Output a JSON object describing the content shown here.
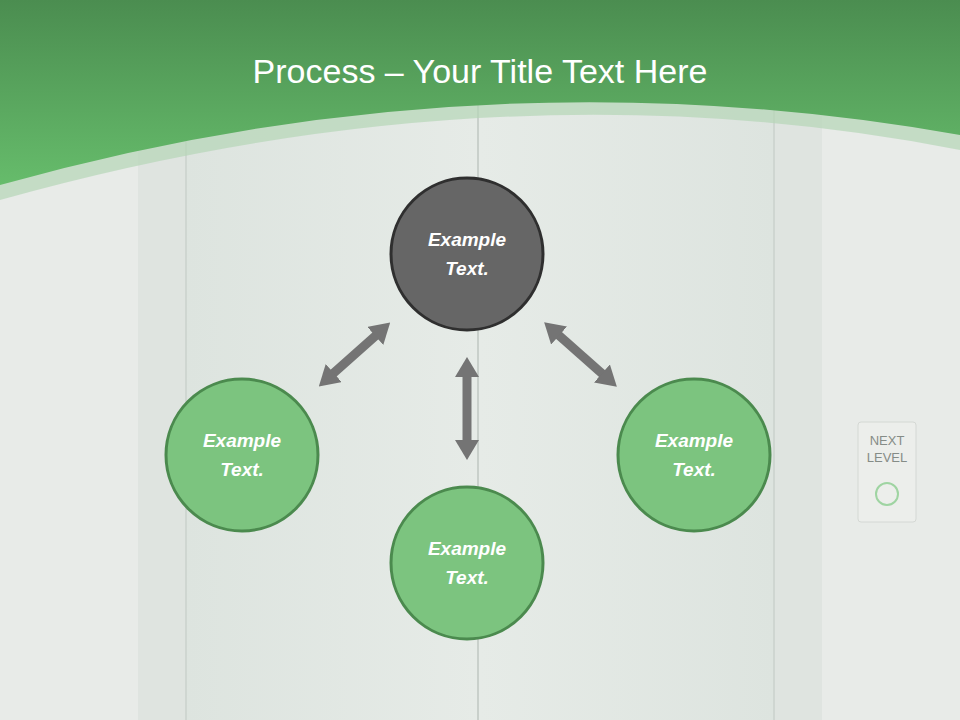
{
  "diagram": {
    "title": "Process – Your Title Text Here",
    "nodes": [
      {
        "text": [
          "Example Text."
        ]
      },
      {
        "text": [
          "Example Text."
        ]
      },
      {
        "text": [
          "Example Text."
        ]
      },
      {
        "text": [
          "Example Text."
        ]
      }
    ],
    "edges": [
      {
        "from": 0,
        "to": 1,
        "arrow": "both"
      },
      {
        "from": 0,
        "to": 2,
        "arrow": "both"
      },
      {
        "from": 0,
        "to": 3,
        "arrow": "both"
      }
    ],
    "labels": [
      "NEXT LEVEL"
    ]
  }
}
